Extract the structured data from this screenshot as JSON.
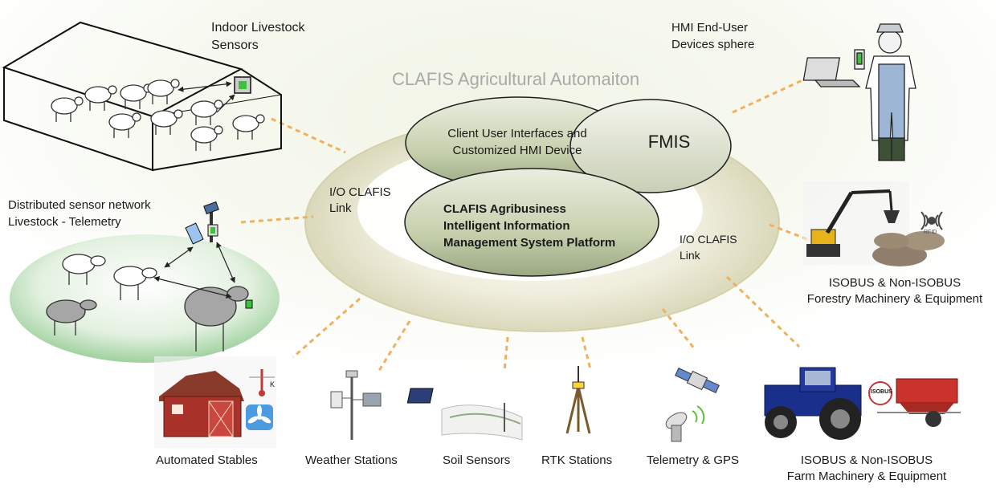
{
  "title": "CLAFIS Agricultural Automaiton",
  "core": {
    "client_ui": {
      "line1": "Client User Interfaces and",
      "line2": "Customized HMI Device"
    },
    "fmis": "FMIS",
    "platform": {
      "line1": "CLAFIS Agribusiness",
      "line2": "Intelligent Information",
      "line3": "Management System Platform"
    },
    "link_left": {
      "line1": "I/O CLAFIS",
      "line2": "Link"
    },
    "link_right": {
      "line1": "I/O CLAFIS",
      "line2": "Link"
    }
  },
  "nodes": {
    "indoor": {
      "line1": "Indoor  Livestock",
      "line2": "Sensors"
    },
    "hmi": {
      "line1": "HMI End-User",
      "line2": "Devices sphere"
    },
    "distributed": {
      "line1": "Distributed  sensor network",
      "line2": "Livestock  - Telemetry"
    },
    "forestry": {
      "line1": "ISOBUS & Non-ISOBUS",
      "line2": "Forestry Machinery & Equipment",
      "badge": "RFID"
    },
    "stables": {
      "label": "Automated Stables",
      "gauge": "K"
    },
    "weather": {
      "label": "Weather Stations"
    },
    "soil": {
      "label": "Soil Sensors"
    },
    "rtk": {
      "label": "RTK Stations"
    },
    "telemetry": {
      "label": "Telemetry & GPS"
    },
    "farm": {
      "line1": "ISOBUS & Non-ISOBUS",
      "line2": "Farm Machinery & Equipment",
      "badge": "ISOBUS"
    }
  },
  "colors": {
    "ring": "#d7d5b4",
    "ellipse_fill": "#c2cca8",
    "dashed_link": "#f0b061",
    "green_zone": "#bfe0bf",
    "tractor_blue": "#1a2f8c",
    "barn_red": "#a8312a"
  }
}
